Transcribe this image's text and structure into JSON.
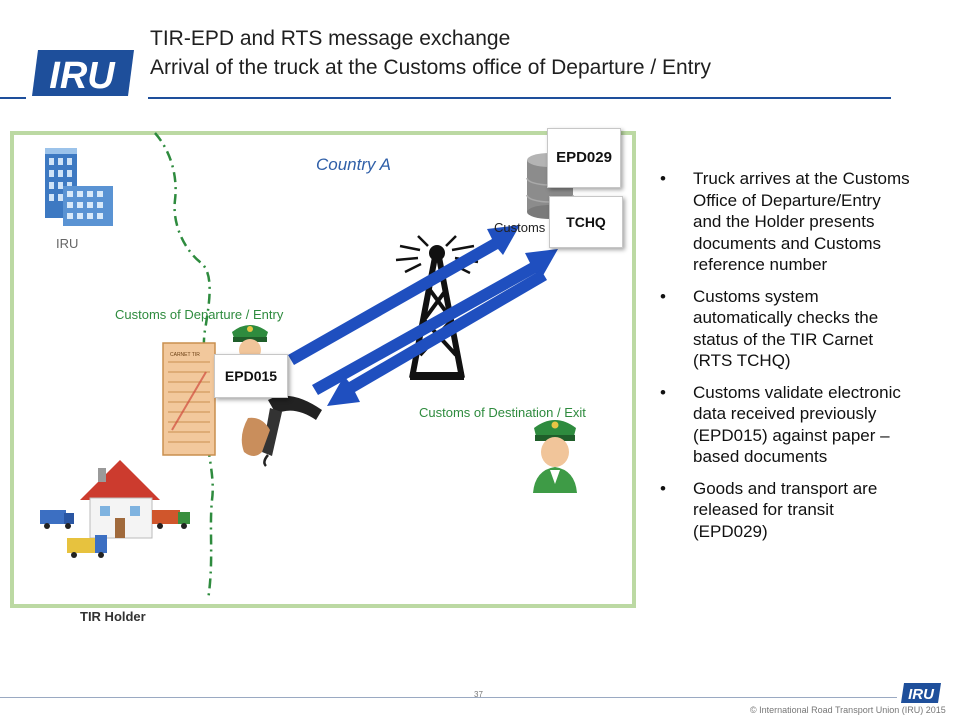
{
  "title": {
    "line1": "TIR-EPD and RTS message exchange",
    "line2": "Arrival of the truck at the Customs office of Departure / Entry"
  },
  "logo": {
    "text": "IRU",
    "color": "#1e4f9b"
  },
  "diagram": {
    "country_label": "Country A",
    "iru_label": "IRU",
    "customs_departure_label": "Customs of Departure / Entry",
    "customs_destination_label": "Customs of Destination / Exit",
    "customs_system_label": "Customs system",
    "tir_holder_label": "TIR Holder",
    "carnet_text": "CARNET TIR",
    "messages": {
      "epd029": "EPD029",
      "tchq": "TCHQ",
      "epd015": "EPD015"
    },
    "colors": {
      "arrow": "#1f4fbf",
      "border_line": "#2e8b3e",
      "country_box": "#bcd9a3",
      "label_green": "#2e8b3e",
      "country_label": "#2f5fa8"
    }
  },
  "bullets": [
    "Truck arrives at the Customs Office of Departure/Entry and the Holder presents documents and Customs reference number",
    "Customs system automatically checks the status of the TIR Carnet (RTS TCHQ)",
    "Customs validate electronic data received previously (EPD015) against paper – based documents",
    "Goods and transport are released for transit (EPD029)"
  ],
  "footer": {
    "page_number": "37",
    "copyright": "© International Road Transport Union (IRU) 2015",
    "logo_text": "IRU"
  }
}
